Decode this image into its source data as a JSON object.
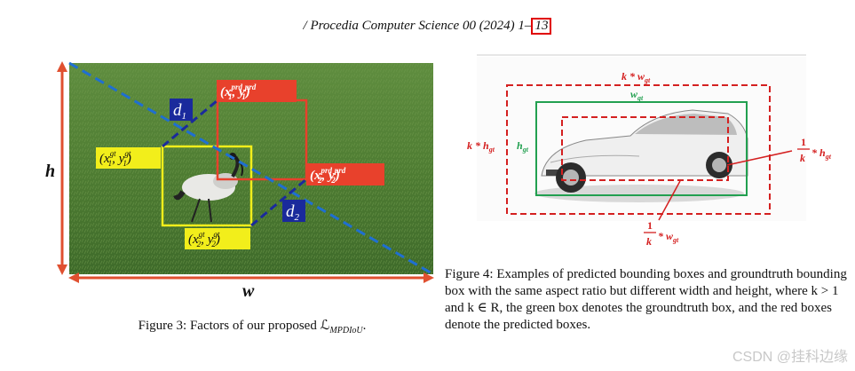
{
  "header": {
    "text": "/ Procedia Computer Science 00 (2024) 1–",
    "page_link": "13"
  },
  "figure3": {
    "caption": "Figure 3: Factors of our proposed ℒ",
    "caption_sub": "MPDIoU",
    "caption_end": ".",
    "label_h": "h",
    "label_w": "w",
    "label_d1": {
      "main": "d",
      "sub": "1"
    },
    "label_d2": {
      "main": "d",
      "sub": "2"
    },
    "pred_top_left": {
      "sup": "prd",
      "sub": "1"
    },
    "pred_bottom_right": {
      "sup": "prd",
      "sub": "2"
    },
    "gt_top_left": {
      "sup": "gt",
      "sub": "1"
    },
    "gt_bottom_right": {
      "sup": "gt",
      "sub": "2"
    },
    "colors": {
      "pred": "#e8412c",
      "gt": "#f2ee1b",
      "diag": "#1f6fd1",
      "dlabel": "#1a2a9c",
      "arrow": "#e05030"
    }
  },
  "figure4": {
    "caption": "Figure 4: Examples of predicted bounding boxes and groundtruth bounding box with the same aspect ratio but different width and height, where k > 1 and k ∈ R, the green box denotes the groundtruth box, and the red boxes denote the predicted boxes.",
    "label_kwgt": "k * w",
    "label_wgt": "w",
    "label_khgt": "k * h",
    "label_hgt": "h",
    "label_inv_k_hgt": "* h",
    "label_inv_k_wgt": "* w",
    "frac_num": "1",
    "frac_den": "k",
    "subscript_gt": "gt",
    "colors": {
      "red": "#d42020",
      "green": "#22a050"
    }
  },
  "watermark": "CSDN @挂科边缘"
}
